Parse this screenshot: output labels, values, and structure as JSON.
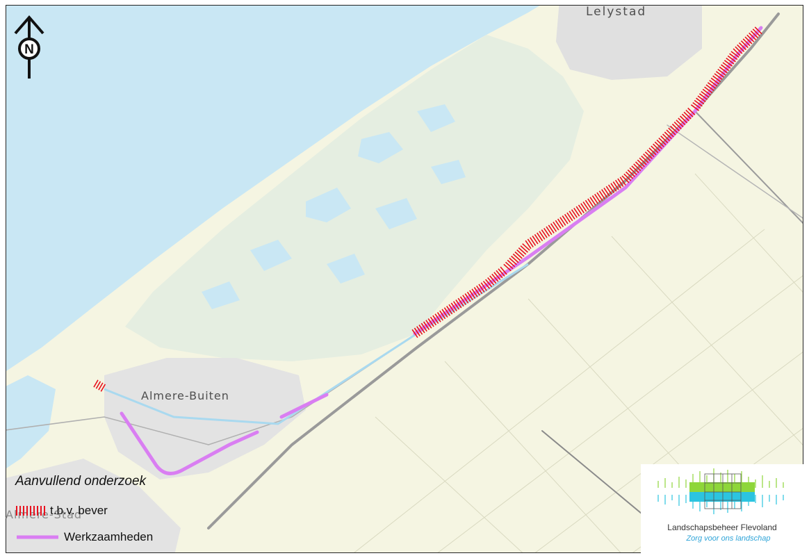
{
  "map": {
    "places": {
      "lelystad": "Lelystad",
      "almere_buiten": "Almere-Buiten",
      "almere_stad": "Almere-Stad"
    },
    "north_arrow_letter": "N",
    "colors": {
      "water": "#c9e7f4",
      "land": "#f5f5e2",
      "nature": "#e5eee1",
      "urban": "#e0e0e0",
      "roads": "#8a8a8a",
      "bever_hatch": "#e8111e",
      "werkzaamheden": "#d97ef2"
    }
  },
  "legend": {
    "title": "Aanvullend onderzoek",
    "items": [
      {
        "label": "t.b.v. bever",
        "symbol": "red-hatch"
      },
      {
        "label": "Werkzaamheden",
        "symbol": "purple-line"
      }
    ]
  },
  "logo": {
    "name": "Landschapsbeheer Flevoland",
    "tagline": "Zorg voor ons landschap"
  }
}
